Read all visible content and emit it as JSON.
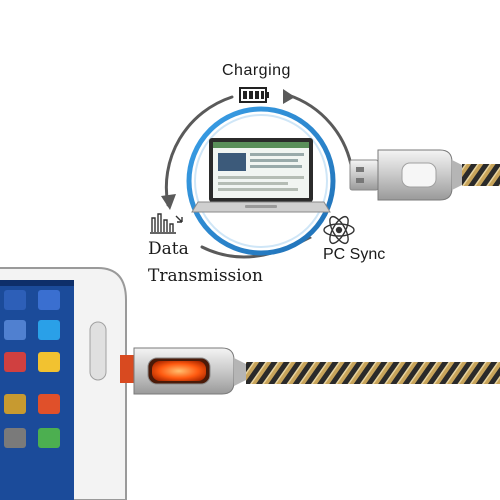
{
  "labels": {
    "charging": "Charging",
    "data": "Data",
    "transmission": "Transmission",
    "pc_sync": "PC Sync"
  },
  "icons": {
    "charging": "battery-icon",
    "data": "data-transfer-icon",
    "pc_sync": "atom-icon"
  },
  "colors": {
    "cycle_arrow": "#5a5a5a",
    "laptop_ring": "#2f8fd8",
    "cable_braid_gold": "#c8a45a",
    "cable_braid_dark": "#2a2a2a",
    "connector_silver": "#d8d8d8",
    "led_orange": "#ff5a10"
  }
}
